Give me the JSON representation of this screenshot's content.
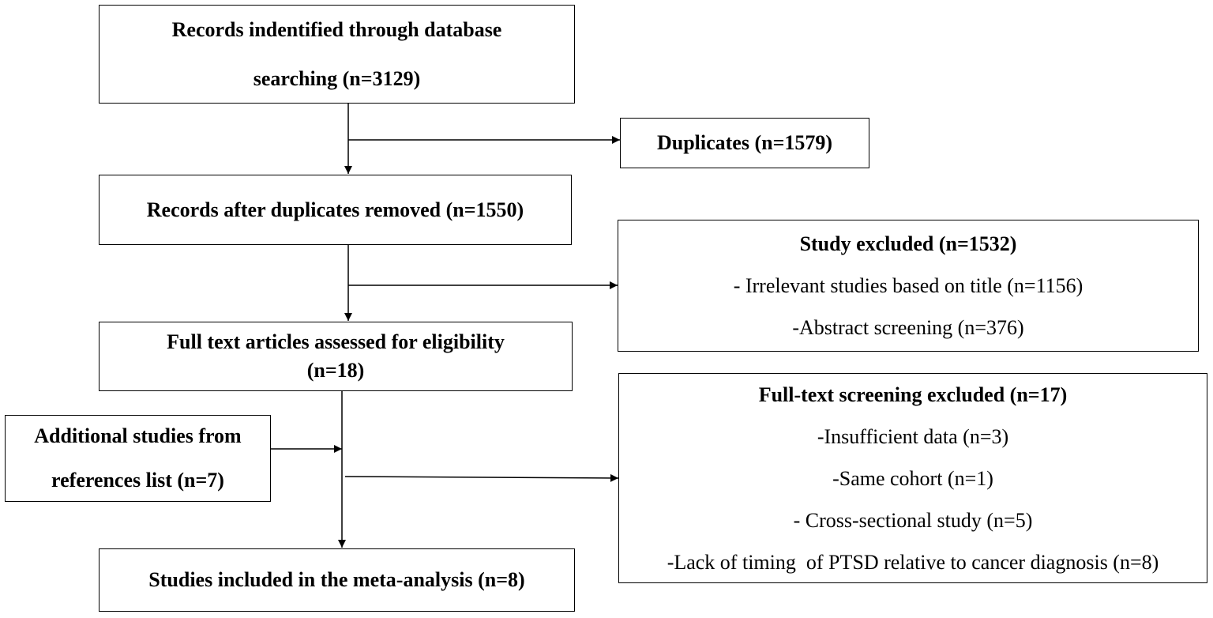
{
  "boxes": {
    "identified": {
      "line1": "Records indentified through database",
      "line2": "searching (n=3129)"
    },
    "duplicates": {
      "text": "Duplicates (n=1579)"
    },
    "after_dup": {
      "text": "Records after duplicates removed (n=1550)"
    },
    "excluded": {
      "title": "Study excluded (n=1532)",
      "items": [
        "- Irrelevant studies based on title (n=1156)",
        "-Abstract screening (n=376)"
      ]
    },
    "fulltext": {
      "line1": "Full text articles assessed for eligibility",
      "line2": "(n=18)"
    },
    "additional": {
      "line1": "Additional studies from",
      "line2": "references list (n=7)"
    },
    "ft_excluded": {
      "title": "Full-text screening excluded (n=17)",
      "items": [
        "-Insufficient data (n=3)",
        "-Same cohort (n=1)",
        "- Cross-sectional study (n=5)",
        "-Lack of timing  of PTSD relative to cancer diagnosis (n=8)"
      ]
    },
    "included": {
      "text": "Studies included in the meta-analysis (n=8)"
    }
  }
}
